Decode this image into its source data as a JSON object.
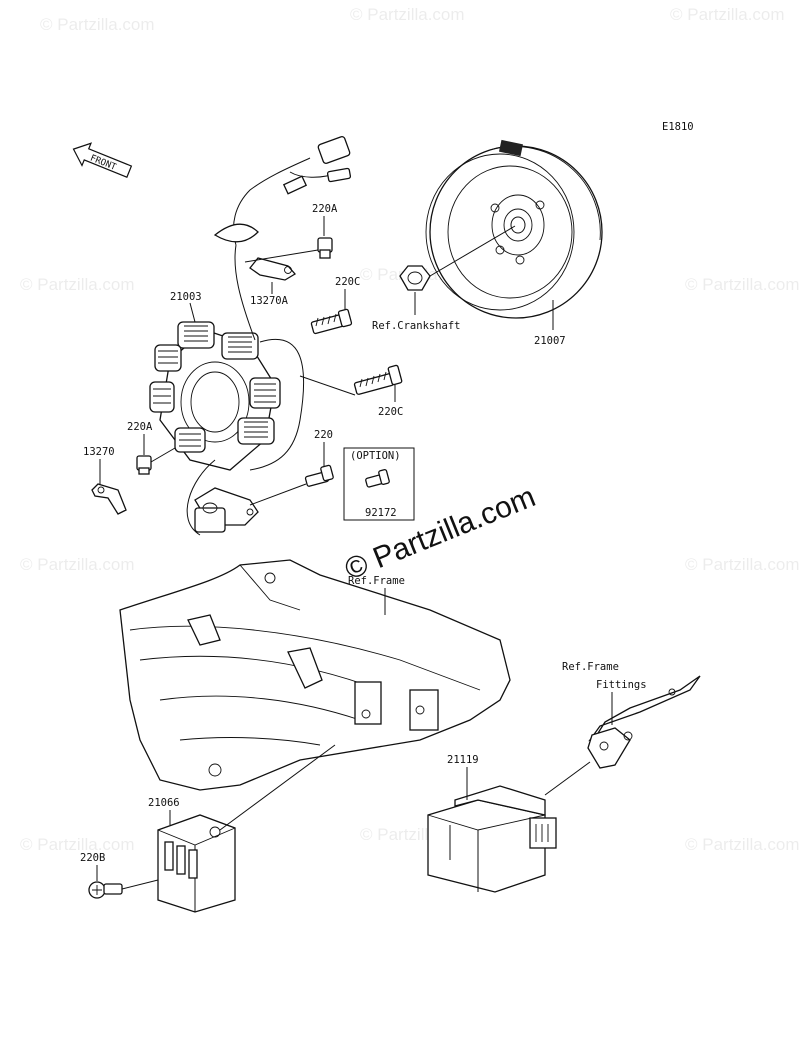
{
  "diagram_code": "E1810",
  "front_arrow": "FRONT",
  "watermark": {
    "main": "© Partzilla.com",
    "main_url": "Partzilla.com",
    "repeat": "© Partzilla.com"
  },
  "option_box": {
    "title": "(OPTION)",
    "part": "92172"
  },
  "parts": {
    "p220A_top": "220A",
    "p13270A": "13270A",
    "p220C_top": "220C",
    "p21003": "21003",
    "p220C_mid": "220C",
    "p220A_left": "220A",
    "p13270": "13270",
    "p220": "220",
    "p21007": "21007",
    "p21119": "21119",
    "p21066": "21066",
    "p220B": "220B"
  },
  "refs": {
    "crankshaft": "Ref.Crankshaft",
    "frame": "Ref.Frame",
    "frame_fittings_1": "Ref.Frame",
    "frame_fittings_2": "Fittings"
  }
}
